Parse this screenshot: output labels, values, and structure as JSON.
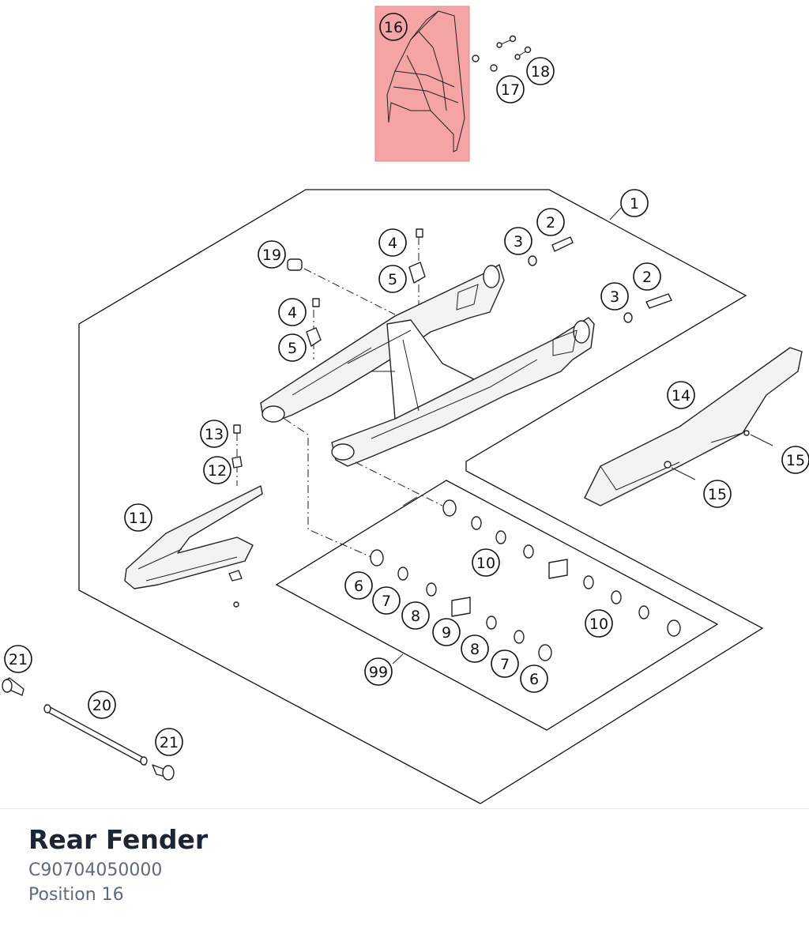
{
  "part": {
    "title": "Rear Fender",
    "number": "C90704050000",
    "position": "Position 16"
  },
  "highlight_color": "#f4a4a4",
  "callouts": [
    "16",
    "17",
    "18",
    "1",
    "2",
    "3",
    "2",
    "3",
    "19",
    "4",
    "5",
    "4",
    "5",
    "14",
    "15",
    "15",
    "13",
    "12",
    "11",
    "10",
    "6",
    "7",
    "8",
    "9",
    "8",
    "7",
    "6",
    "10",
    "99",
    "21",
    "20",
    "21"
  ]
}
